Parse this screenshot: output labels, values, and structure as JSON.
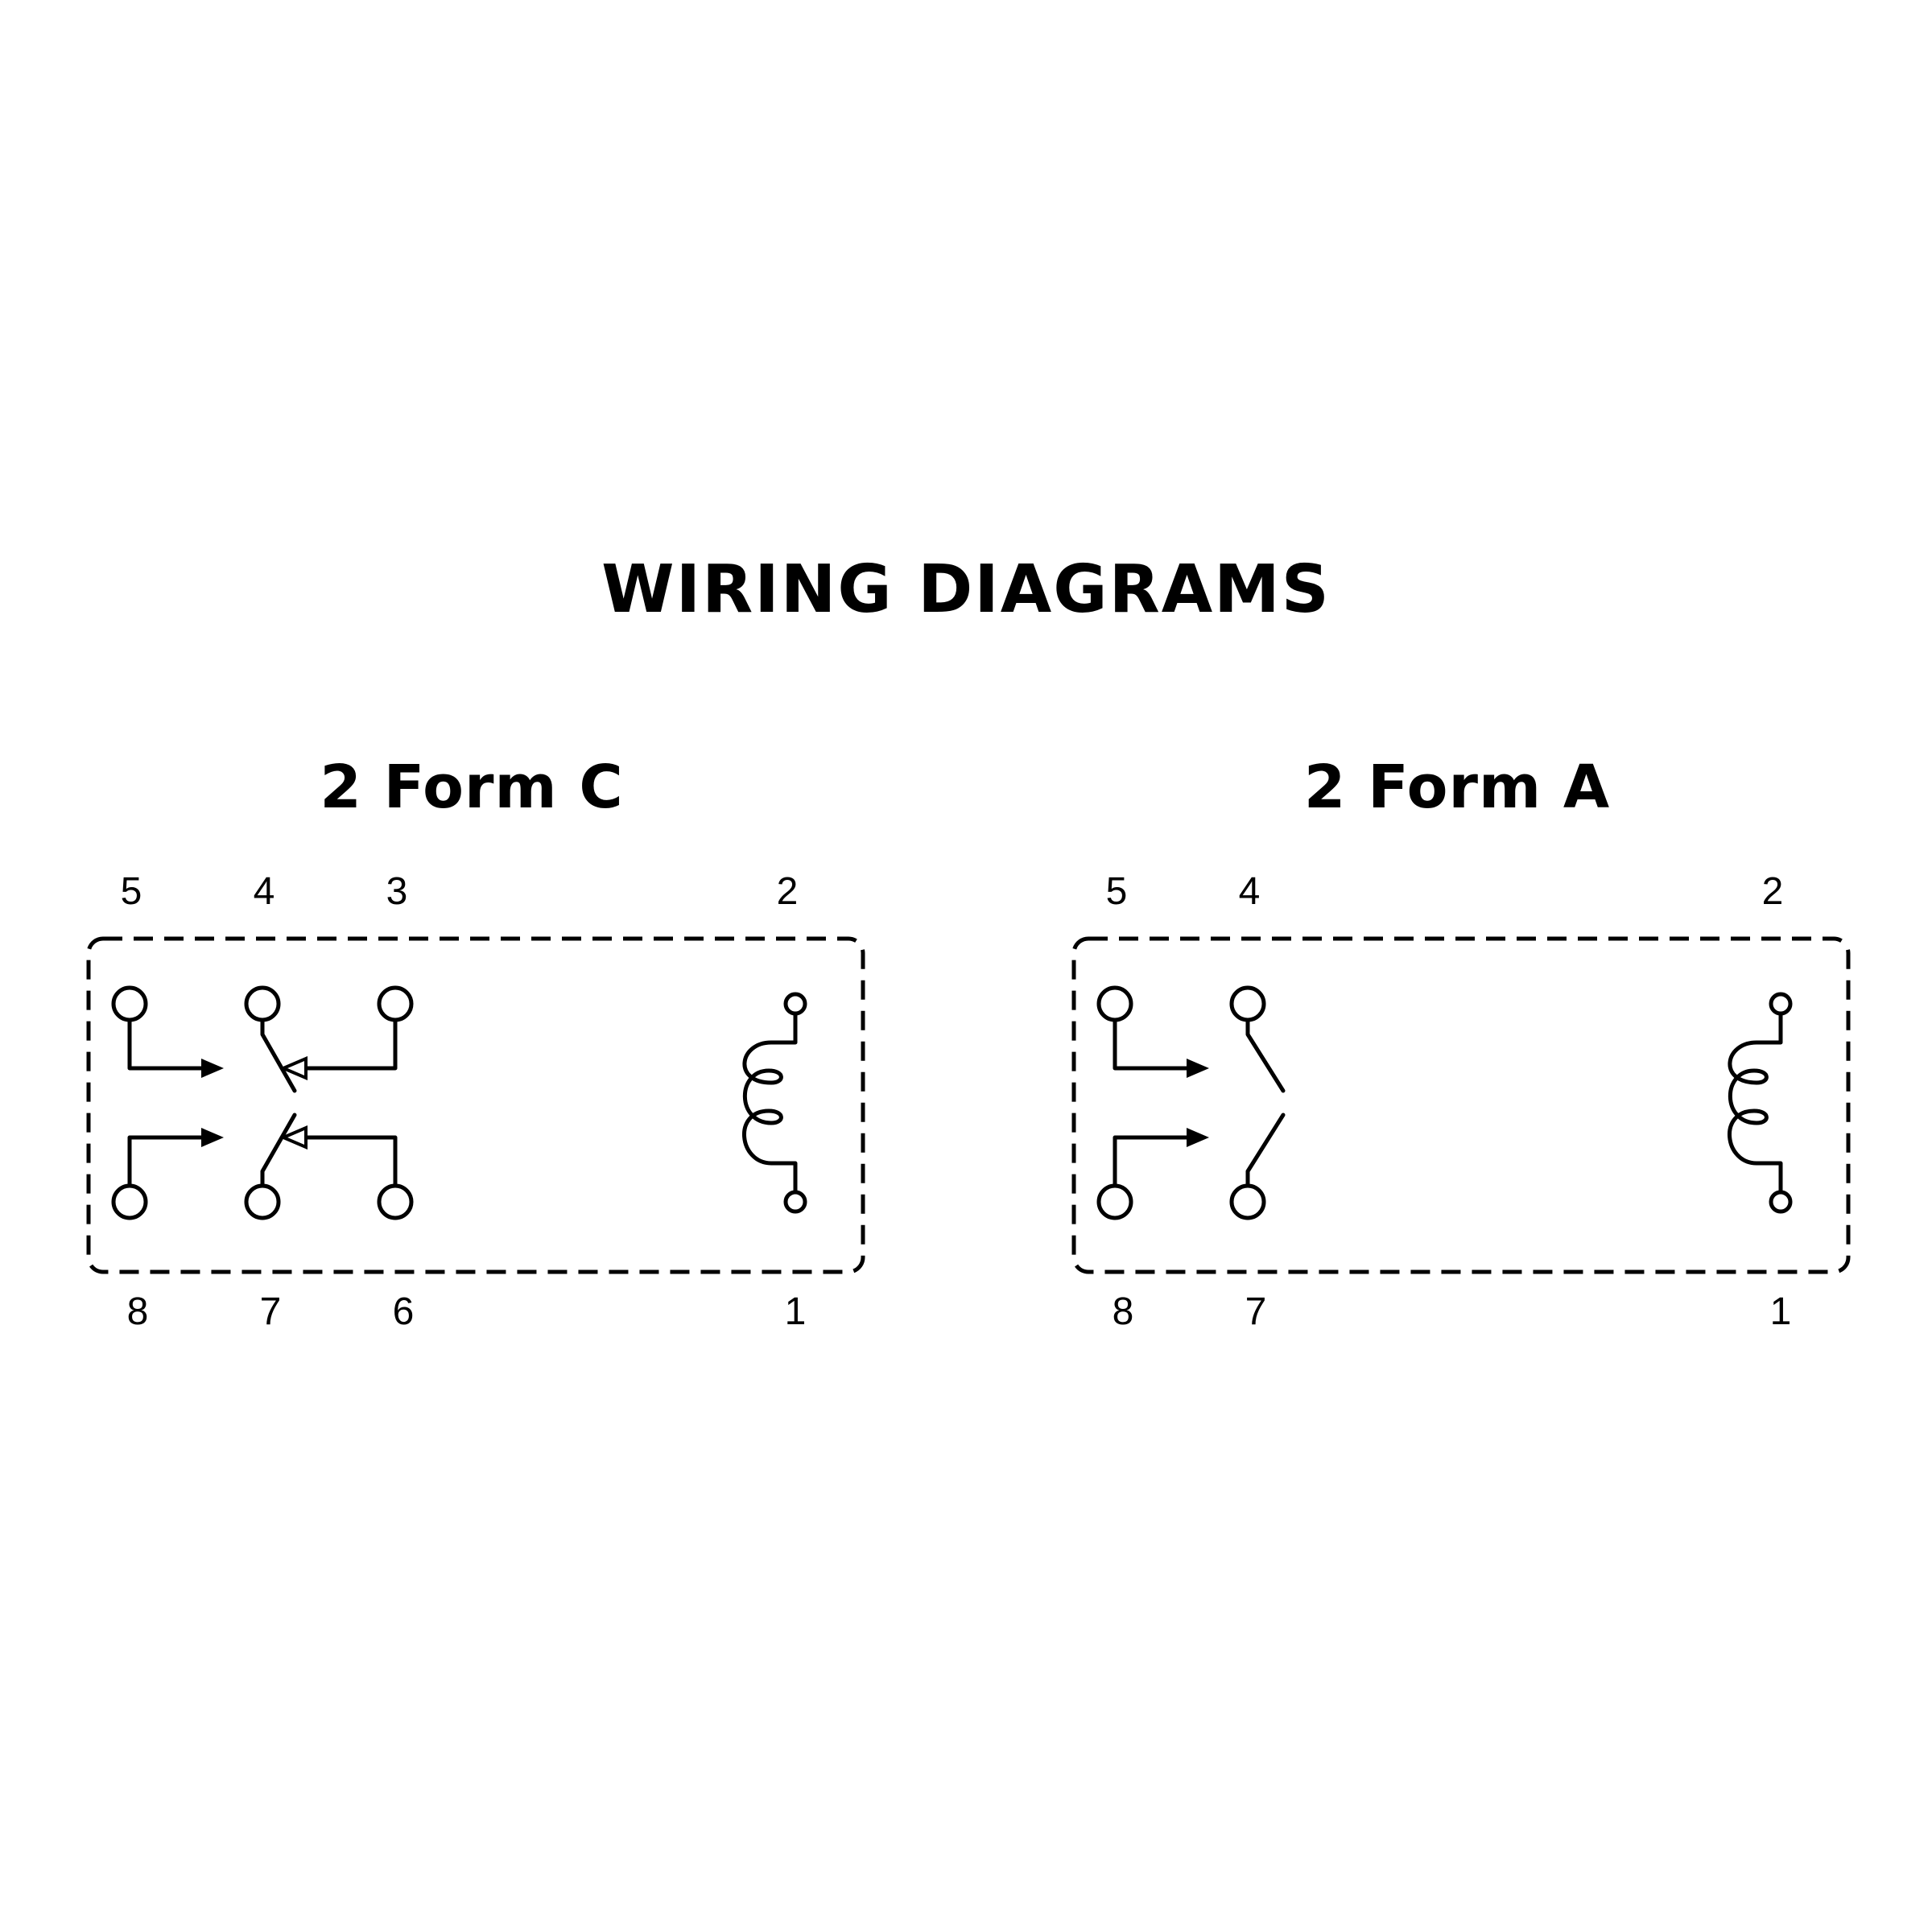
{
  "title": "WIRING DIAGRAMS",
  "diagrams": [
    {
      "name": "2 Form C",
      "pins_top": [
        "5",
        "4",
        "3",
        "2"
      ],
      "pins_bottom": [
        "8",
        "7",
        "6",
        "1"
      ]
    },
    {
      "name": "2 Form A",
      "pins_top": [
        "5",
        "4",
        "2"
      ],
      "pins_bottom": [
        "8",
        "7",
        "1"
      ]
    }
  ]
}
